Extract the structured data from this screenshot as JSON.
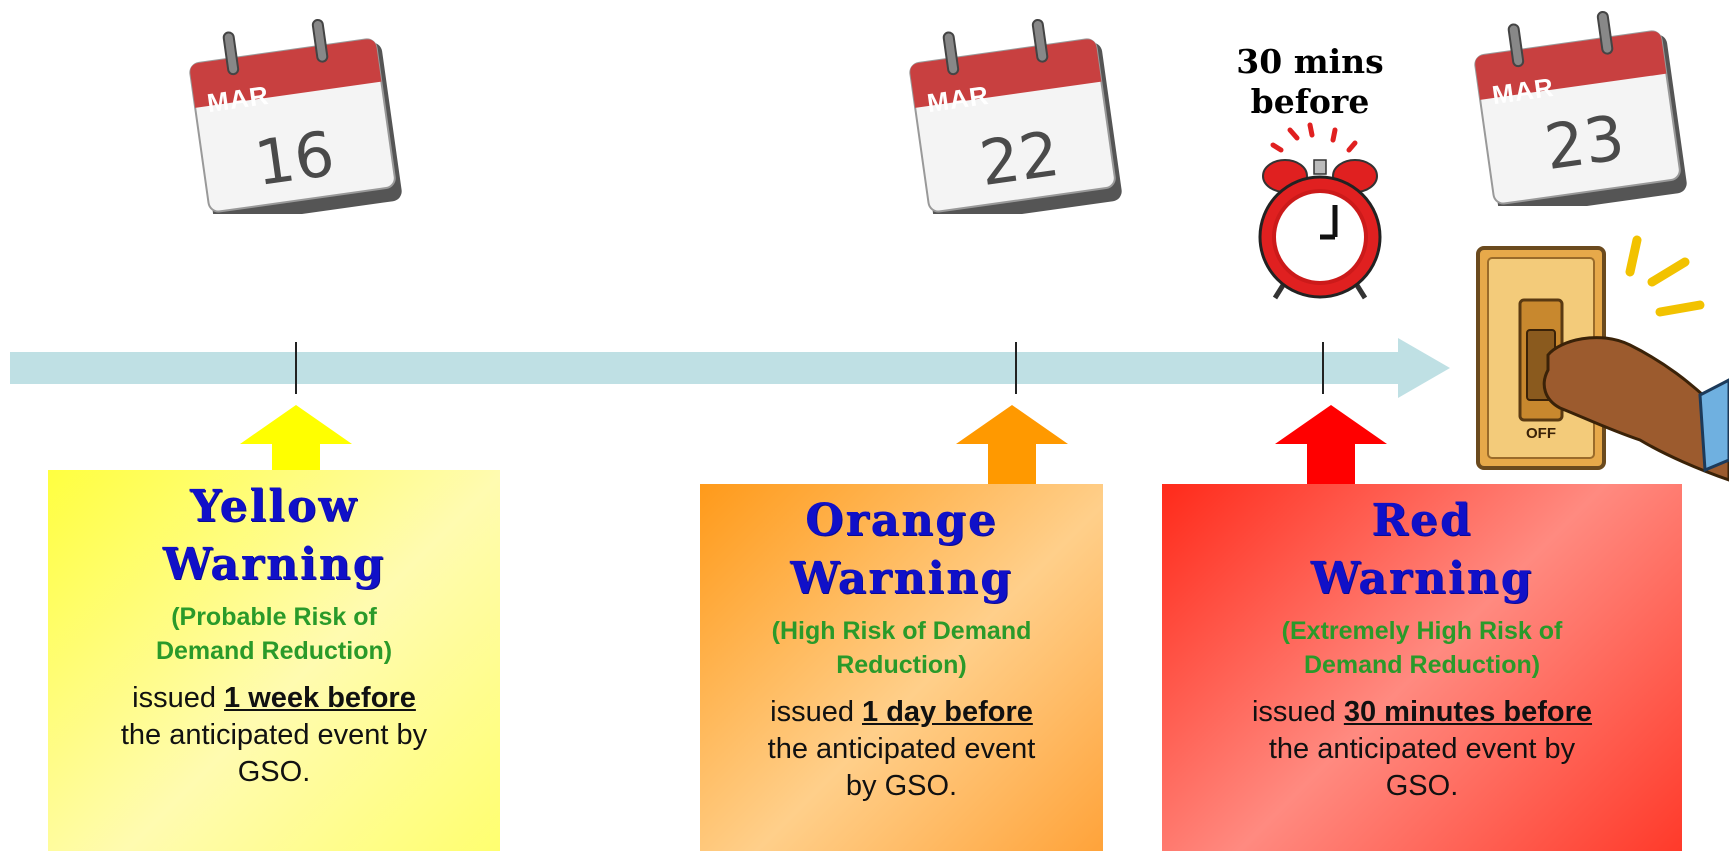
{
  "calendars": [
    {
      "month": "MAR",
      "day": "16"
    },
    {
      "month": "MAR",
      "day": "22"
    },
    {
      "month": "MAR",
      "day": "23"
    }
  ],
  "alarm_caption": {
    "line1": "30 mins",
    "line2": "before"
  },
  "switch_label": "OFF",
  "warnings": [
    {
      "title_line1": "Yellow",
      "title_line2": "Warning",
      "risk_line1": "(Probable Risk of",
      "risk_line2": "Demand Reduction)",
      "issued_prefix": "issued ",
      "issued_emphasis": "1 week before",
      "issued_line2": "the anticipated event by",
      "issued_line3": "GSO.",
      "color": "#ffff00"
    },
    {
      "title_line1": "Orange",
      "title_line2": "Warning",
      "risk_line1": "(High Risk of Demand",
      "risk_line2": "Reduction)",
      "issued_prefix": "issued ",
      "issued_emphasis": "1 day before",
      "issued_line2": "the anticipated event",
      "issued_line3": "by GSO.",
      "color": "#ff9900"
    },
    {
      "title_line1": "Red",
      "title_line2": "Warning",
      "risk_line1": "(Extremely High Risk of",
      "risk_line2": "Demand Reduction)",
      "issued_prefix": "issued ",
      "issued_emphasis": "30 minutes before",
      "issued_line2": "the anticipated event by",
      "issued_line3": "GSO.",
      "color": "#ff0000"
    }
  ],
  "colors": {
    "timeline": "#bfe0e4",
    "title_text": "#1010c8",
    "risk_text": "#2a9a2a",
    "yellow": "#ffff00",
    "orange": "#ff9900",
    "red": "#ff0000"
  }
}
